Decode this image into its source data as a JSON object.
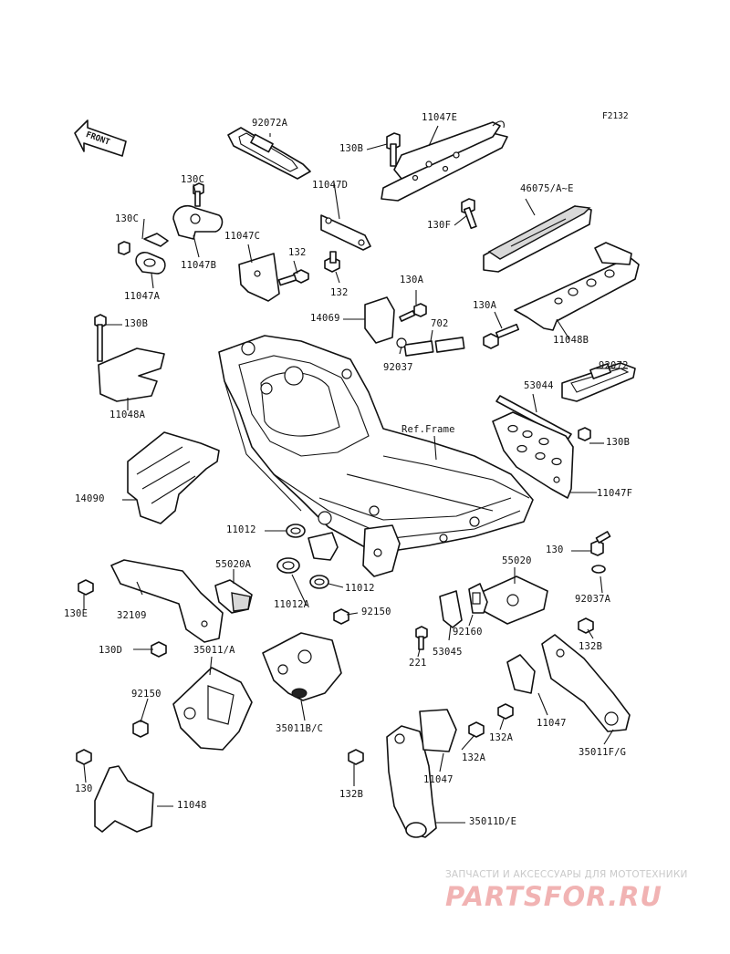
{
  "diagram_code": "F2132",
  "front_arrow_label": "FRONT",
  "labels": {
    "l_92072A": "92072A",
    "l_11047E": "11047E",
    "l_130B_top": "130B",
    "l_11047D": "11047D",
    "l_46075": "46075/A~E",
    "l_130F": "130F",
    "l_130C_1": "130C",
    "l_130C_2": "130C",
    "l_11047B": "11047B",
    "l_11047C": "11047C",
    "l_132_1": "132",
    "l_132_2": "132",
    "l_11047A": "11047A",
    "l_130A_1": "130A",
    "l_14069": "14069",
    "l_702": "702",
    "l_92037": "92037",
    "l_130A_2": "130A",
    "l_11048B": "11048B",
    "l_130B_left": "130B",
    "l_11048A": "11048A",
    "l_92072": "92072",
    "l_53044": "53044",
    "l_ref_frame": "Ref.Frame",
    "l_130B_right": "130B",
    "l_11047F": "11047F",
    "l_14090": "14090",
    "l_11012_1": "11012",
    "l_55020A": "55020A",
    "l_11012_2": "11012",
    "l_11012A": "11012A",
    "l_130": "130",
    "l_55020": "55020",
    "l_92037A": "92037A",
    "l_130E": "130E",
    "l_32109": "32109",
    "l_92150_1": "92150",
    "l_92160": "92160",
    "l_130D": "130D",
    "l_35011A": "35011/A",
    "l_221": "221",
    "l_53045": "53045",
    "l_132B_1": "132B",
    "l_92150_2": "92150",
    "l_35011BC": "35011B/C",
    "l_11047_1": "11047",
    "l_132A_1": "132A",
    "l_35011FG": "35011F/G",
    "l_132A_2": "132A",
    "l_130_b": "130",
    "l_11047_2": "11047",
    "l_132B_2": "132B",
    "l_11048": "11048",
    "l_35011DE": "35011D/E"
  },
  "watermark": {
    "subtitle": "ЗАПЧАСТИ И АКСЕССУАРЫ ДЛЯ МОТОТЕХНИКИ",
    "logo": "PARTSFOR.RU"
  }
}
